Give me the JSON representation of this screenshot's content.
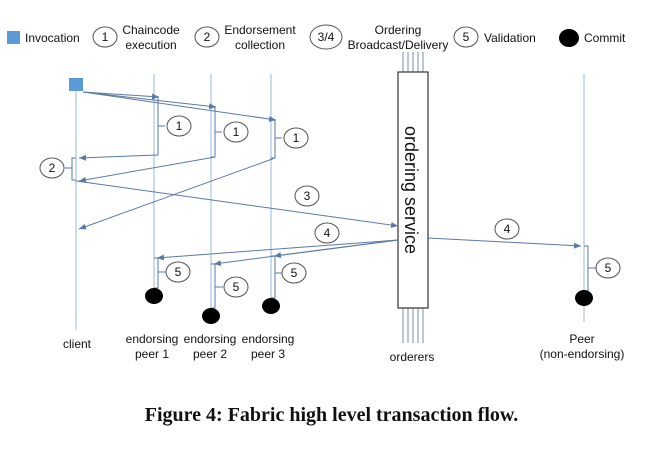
{
  "legend": {
    "invocation": "Invocation",
    "chaincode_num": "1",
    "chaincode_line1": "Chaincode",
    "chaincode_line2": "execution",
    "endorsement_num": "2",
    "endorsement_line1": "Endorsement",
    "endorsement_line2": "collection",
    "ordering_num": "3/4",
    "ordering_line1": "Ordering",
    "ordering_line2": "Broadcast/Delivery",
    "validation_num": "5",
    "validation": "Validation",
    "commit": "Commit"
  },
  "actors": {
    "client": "client",
    "peer1_line1": "endorsing",
    "peer1_line2": "peer 1",
    "peer2_line1": "endorsing",
    "peer2_line2": "peer 2",
    "peer3_line1": "endorsing",
    "peer3_line2": "peer 3",
    "orderers": "orderers",
    "peer_line1": "Peer",
    "peer_line2": "(non-endorsing)"
  },
  "ordering_service": "ordering service",
  "steps": {
    "chaincode": "1",
    "endorsement": "2",
    "broadcast": "3",
    "delivery": "4",
    "validation": "5"
  },
  "caption": "Figure 4: Fabric high level transaction flow.",
  "colors": {
    "invocation": "#5b9bd5",
    "line": "#5a7aa6",
    "commit": "#000000"
  }
}
